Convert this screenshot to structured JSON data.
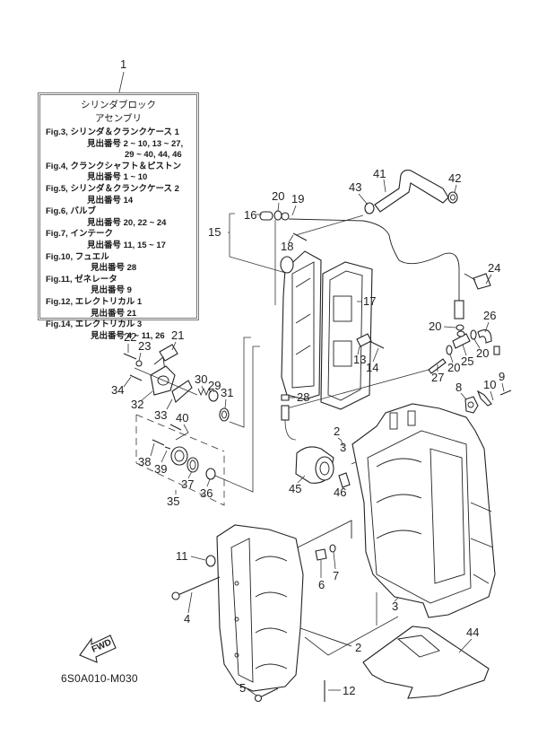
{
  "diagram": {
    "title_callout": "1",
    "reference_code": "6S0A010-M030",
    "fwd_label": "FWD",
    "legend": {
      "title_line1": "シリンダブロック",
      "title_line2": "アセンブリ",
      "entries": [
        {
          "fig": "Fig.3, シリンダ＆クランクケース 1",
          "refs": [
            "見出番号 2 ~ 10, 13 ~ 27,",
            "29 ~ 40, 44, 46"
          ]
        },
        {
          "fig": "Fig.4, クランクシャフト＆ピストン",
          "refs": [
            "見出番号 1 ~ 10"
          ]
        },
        {
          "fig": "Fig.5, シリンダ＆クランクケース 2",
          "refs": [
            "見出番号 14"
          ]
        },
        {
          "fig": "Fig.6, バルブ",
          "refs": [
            "見出番号 20, 22 ~ 24"
          ]
        },
        {
          "fig": "Fig.7, インテーク",
          "refs": [
            "見出番号 11, 15 ~ 17"
          ]
        },
        {
          "fig": "Fig.10, フュエル",
          "refs": [
            "見出番号 28"
          ]
        },
        {
          "fig": "Fig.11, ゼネレータ",
          "refs": [
            "見出番号 9"
          ]
        },
        {
          "fig": "Fig.12, エレクトリカル 1",
          "refs": [
            "見出番号 21"
          ]
        },
        {
          "fig": "Fig.14, エレクトリカル 3",
          "refs": [
            "見出番号 4 ~ 11, 26"
          ]
        }
      ]
    },
    "callouts": {
      "c2a": "2",
      "c2b": "2",
      "c3a": "3",
      "c3b": "3",
      "c4": "4",
      "c5": "5",
      "c6": "6",
      "c7": "7",
      "c8": "8",
      "c9": "9",
      "c10": "10",
      "c11": "11",
      "c12": "12",
      "c13": "13",
      "c14": "14",
      "c15": "15",
      "c16": "16",
      "c17": "17",
      "c18": "18",
      "c19": "19",
      "c20a": "20",
      "c20b": "20",
      "c20c": "20",
      "c20d": "20",
      "c21": "21",
      "c22": "22",
      "c23": "23",
      "c24": "24",
      "c25": "25",
      "c26": "26",
      "c27": "27",
      "c28": "28",
      "c29": "29",
      "c30": "30",
      "c31": "31",
      "c32": "32",
      "c33": "33",
      "c34": "34",
      "c35": "35",
      "c36": "36",
      "c37": "37",
      "c38": "38",
      "c39": "39",
      "c40": "40",
      "c41": "41",
      "c42": "42",
      "c43": "43",
      "c44": "44",
      "c45": "45",
      "c46": "46"
    }
  }
}
